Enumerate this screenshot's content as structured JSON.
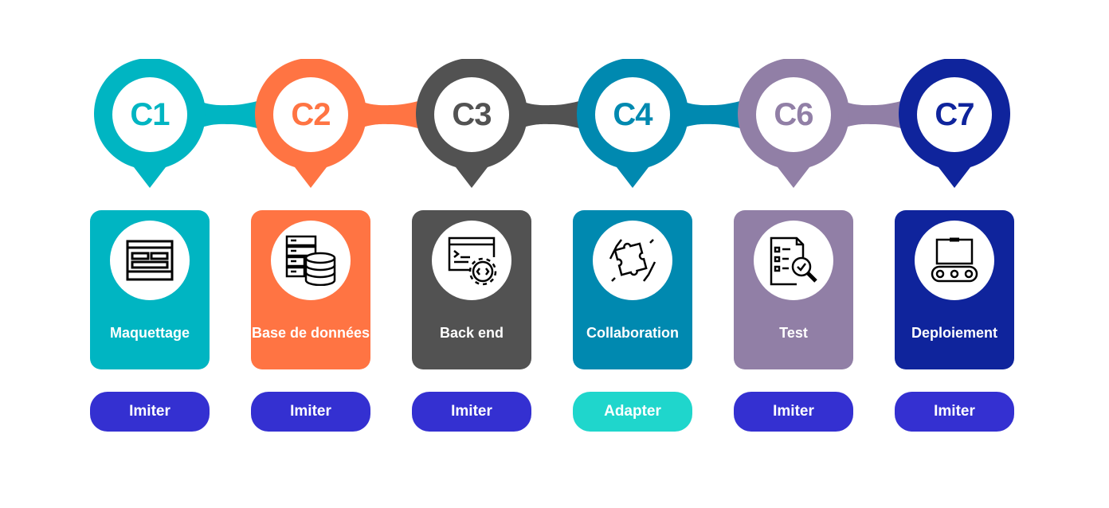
{
  "steps": [
    {
      "code": "C1",
      "title": "Maquettage",
      "action": "Imiter",
      "color": "#00B5C2",
      "action_color": "#3430D1",
      "icon": "wireframe-icon"
    },
    {
      "code": "C2",
      "title": "Base de données",
      "action": "Imiter",
      "color": "#FF7443",
      "action_color": "#3430D1",
      "icon": "database-icon"
    },
    {
      "code": "C3",
      "title": "Back end",
      "action": "Imiter",
      "color": "#525252",
      "action_color": "#3430D1",
      "icon": "code-settings-icon"
    },
    {
      "code": "C4",
      "title": "Collaboration",
      "action": "Adapter",
      "color": "#0089B0",
      "action_color": "#1FD6CC",
      "icon": "puzzle-icon"
    },
    {
      "code": "C6",
      "title": "Test",
      "action": "Imiter",
      "color": "#917FA6",
      "action_color": "#3430D1",
      "icon": "test-checklist-icon"
    },
    {
      "code": "C7",
      "title": "Deploiement",
      "action": "Imiter",
      "color": "#0F249C",
      "action_color": "#3430D1",
      "icon": "conveyor-icon"
    }
  ]
}
